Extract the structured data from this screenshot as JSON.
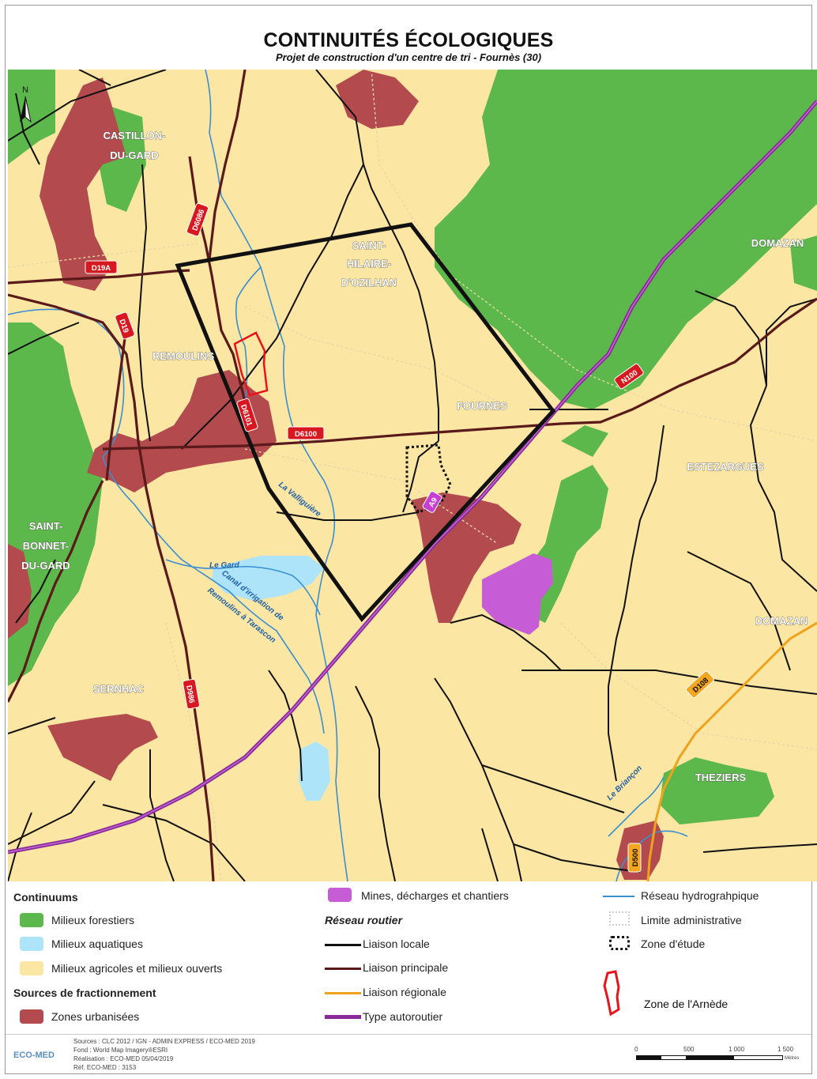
{
  "header": {
    "title": "CONTINUITÉS ÉCOLOGIQUES",
    "subtitle": "Projet de construction d'un centre de tri - Fournès (30)"
  },
  "colors": {
    "forest": "#5cb84a",
    "agricultural": "#fce6a4",
    "aquatic": "#aee4fa",
    "urban": "#b24a4e",
    "mines": "#c65cd6",
    "local_road": "#111111",
    "main_road": "#5a1a1a",
    "regional_road": "#f0a21c",
    "motorway": "#8a2a9a",
    "hydro": "#3a8fd0",
    "road_sign": "#d81820",
    "regional_sign": "#f4a620",
    "motorway_sign": "#c53ed0",
    "arnede_zone": "#e8141a"
  },
  "map": {
    "north_arrow": "N",
    "places": [
      "CASTILLON-",
      "DU-GARD",
      "SAINT-",
      "HILAIRE-",
      "D'OZILHAN",
      "DOMAZAN",
      "REMOULINS",
      "FOURNES",
      "ESTEZARGUES",
      "SAINT-",
      "BONNET-",
      "DU-GARD",
      "DOMAZAN",
      "SERNHAC",
      "THEZIERS"
    ],
    "roads": [
      "D19A",
      "D6086",
      "D19",
      "D6101",
      "D6100",
      "N100",
      "A9",
      "D986",
      "D108",
      "D500"
    ],
    "water": [
      "La Valliguière",
      "Le Gard",
      "Canal d'irrigation de",
      "Remoulins à Tarascon",
      "Le Briançon"
    ]
  },
  "legend": {
    "continuums_title": "Continuums",
    "forest": "Milieux forestiers",
    "aquatic": "Milieux aquatiques",
    "agricultural": "Milieux agricoles et milieux ouverts",
    "fragmentation_title": "Sources de fractionnement",
    "urban": "Zones urbanisées",
    "mines": "Mines, décharges et chantiers",
    "road_network_title": "Réseau routier",
    "local_road": "Liaison locale",
    "main_road": "Liaison principale",
    "regional_road": "Liaison régionale",
    "motorway": "Type autoroutier",
    "hydro": "Réseau hydrograhpique",
    "admin_limit": "Limite administrative",
    "study_zone": "Zone d'étude",
    "arnede_zone": "Zone de  l'Arnède"
  },
  "footer": {
    "logo": "ECO-MED",
    "sources": "Sources : CLC 2012 / IGN - ADMIN EXPRESS / ECO-MED 2019",
    "background": "Fond : World Map Imagery®ESRI",
    "realisation": "Réalisation : ECO-MED 05/04/2019",
    "reference": "Réf. ECO-MED : 3153",
    "scale_ticks": [
      "0",
      "500",
      "1 000",
      "1 500"
    ],
    "scale_unit": "Mètres"
  }
}
